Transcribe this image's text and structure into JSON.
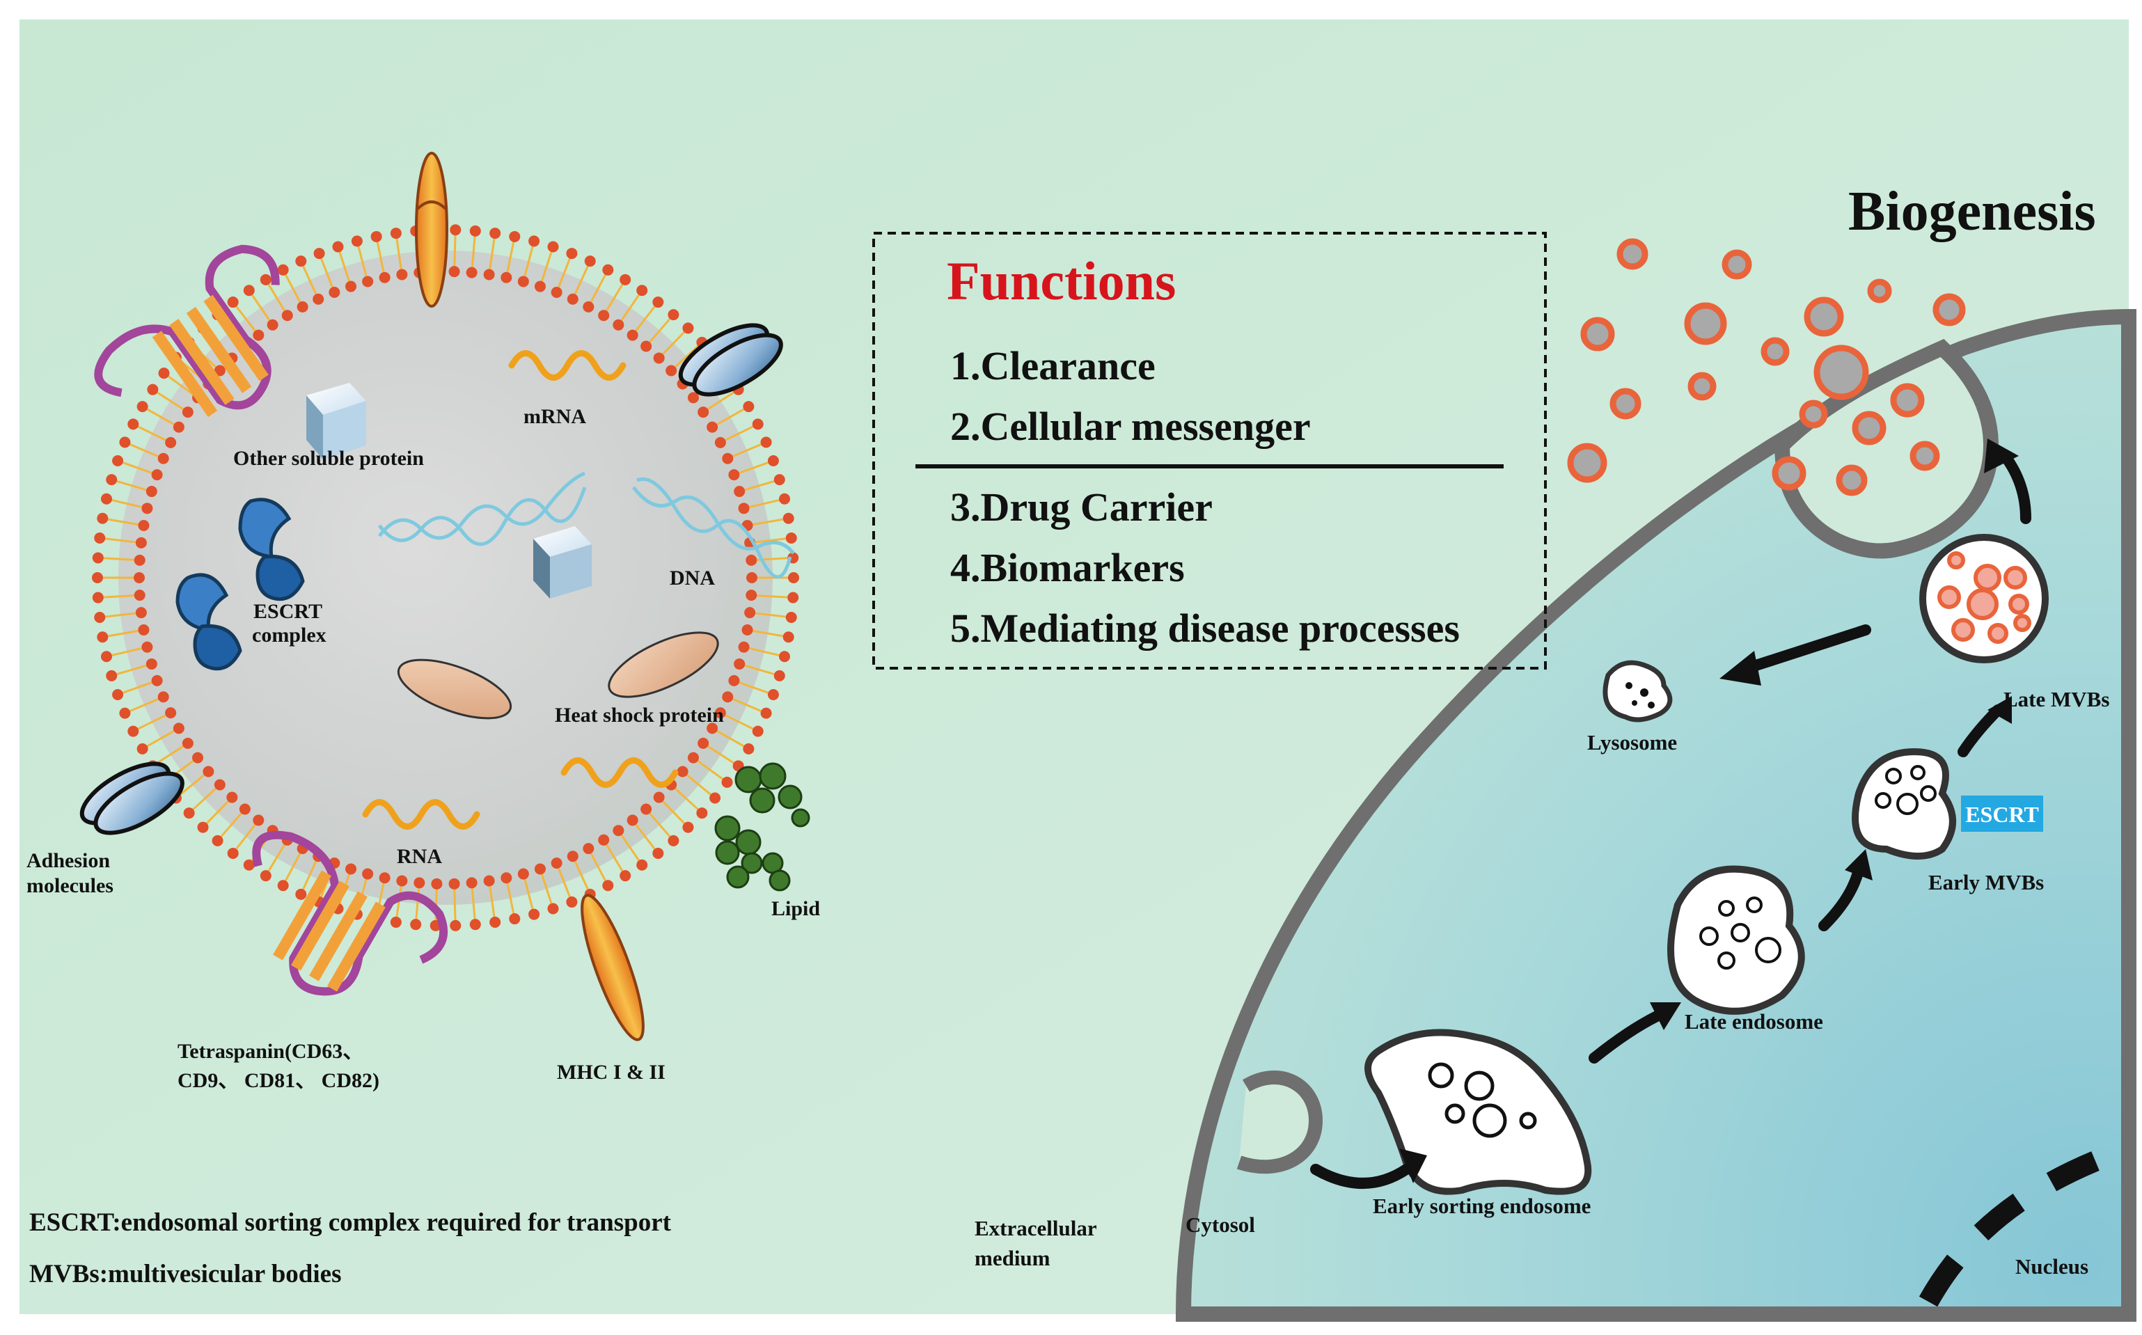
{
  "vesicle": {
    "labels": {
      "other_soluble_protein": "Other soluble protein",
      "mrna": "mRNA",
      "escrt_line1": "ESCRT",
      "escrt_line2": "complex",
      "dna": "DNA",
      "heat_shock_protein": "Heat shock protein",
      "adhesion_line1": "Adhesion",
      "adhesion_line2": "molecules",
      "rna": "RNA",
      "lipid": "Lipid",
      "tetraspanin_line1": "Tetraspanin(CD63、",
      "tetraspanin_line2": "CD9、 CD81、 CD82)",
      "mhc": "MHC I & II"
    }
  },
  "functions": {
    "title": "Functions",
    "items": [
      "1.Clearance",
      "2.Cellular messenger",
      "3.Drug Carrier",
      "4.Biomarkers",
      "5.Mediating disease processes"
    ]
  },
  "biogenesis": {
    "title": "Biogenesis",
    "labels": {
      "late_mvbs": "Late MVBs",
      "lysosome": "Lysosome",
      "escrt_badge": "ESCRT",
      "early_mvbs": "Early MVBs",
      "late_endosome": "Late endosome",
      "early_sorting_endosome": "Early sorting endosome",
      "cytosol": "Cytosol",
      "extracellular_line1": "Extracellular",
      "extracellular_line2": "medium",
      "nucleus": "Nucleus"
    }
  },
  "legend": {
    "escrt": "ESCRT:endosomal sorting complex required for transport",
    "mvbs": "MVBs:multivesicular bodies"
  },
  "colors": {
    "background_green": "#cfeadb",
    "cell_blue": "#a9d8dc",
    "lipid_head": "#e0502a",
    "lipid_tail": "#f2b63c",
    "functions_title": "#d7141c",
    "escrt_badge": "#23a8e2",
    "exosome_orange": "#e9643b"
  }
}
